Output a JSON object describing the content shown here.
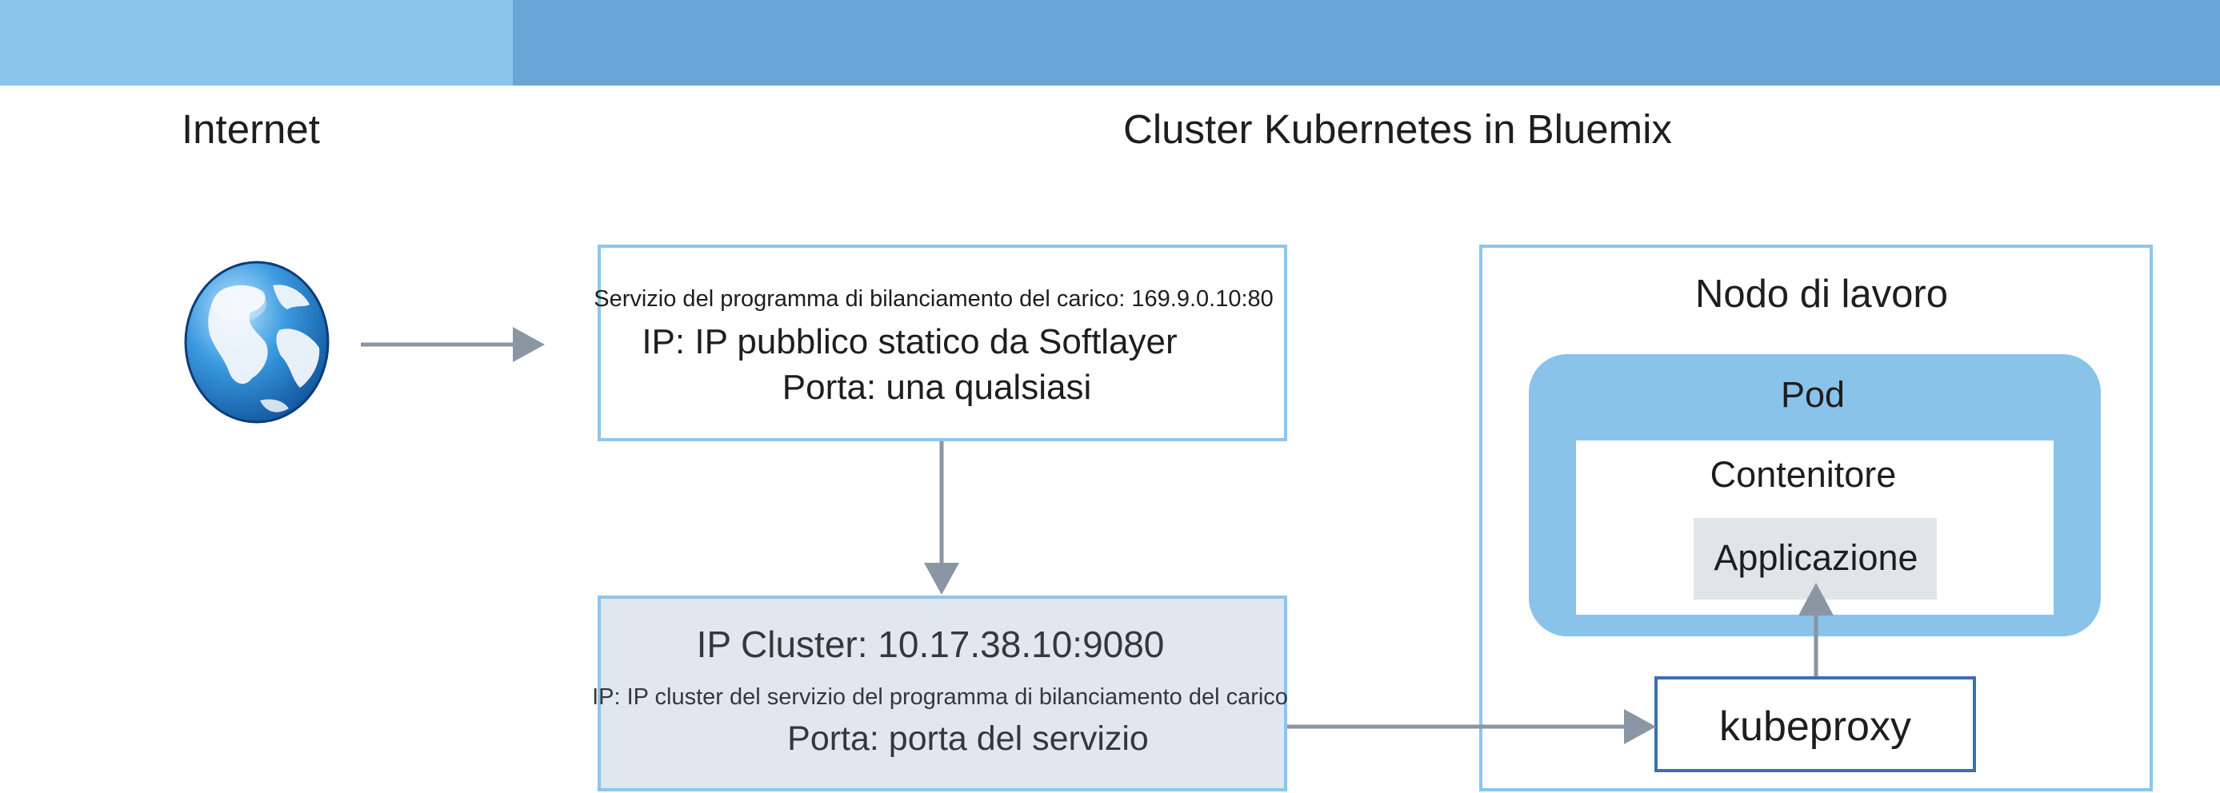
{
  "header": {
    "internet_label": "Internet",
    "cluster_label": "Cluster Kubernetes in Bluemix"
  },
  "icons": {
    "globe": "globe-icon"
  },
  "load_balancer": {
    "title": "Servizio del programma di bilanciamento del carico: 169.9.0.10:80",
    "ip": "IP: IP pubblico statico da Softlayer",
    "port": "Porta: una qualsiasi"
  },
  "cluster_ip": {
    "title": "IP Cluster: 10.17.38.10:9080",
    "ip": "IP: IP cluster del servizio del programma di bilanciamento del carico",
    "port": "Porta: porta del servizio"
  },
  "worker_node": {
    "title": "Nodo di lavoro",
    "pod": {
      "title": "Pod",
      "container": {
        "title": "Contenitore",
        "app": "Applicazione"
      }
    },
    "kubeproxy": "kubeproxy"
  },
  "colors": {
    "band_left": "#8bc4ea",
    "band_right": "#6aa5d8",
    "box_border": "#8ec5ec",
    "pod_fill": "#89c3ea",
    "cluster_fill": "#e0e7ef",
    "app_fill": "#e0e5ea",
    "kubeproxy_border": "#3c6fb0",
    "arrow": "#8a96a3"
  }
}
